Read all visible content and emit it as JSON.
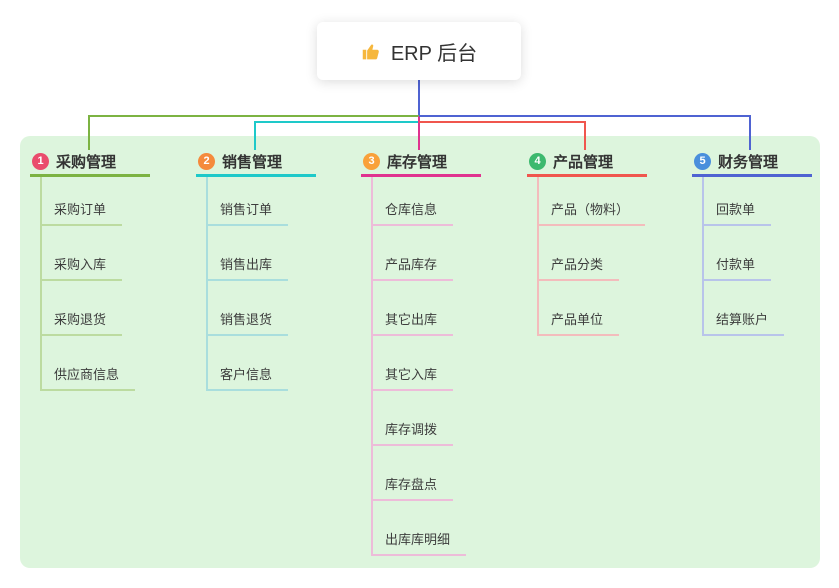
{
  "root": {
    "label": "ERP 后台",
    "icon": "thumbs-up",
    "line_color": "#4f63d2"
  },
  "background_color": "#ddf5dd",
  "branches": [
    {
      "num": "1",
      "label": "采购管理",
      "colors": {
        "badge": "#ea4c6d",
        "line": "#7cb342",
        "child_line": "#bcdba0"
      },
      "children": [
        "采购订单",
        "采购入库",
        "采购退货",
        "供应商信息"
      ]
    },
    {
      "num": "2",
      "label": "销售管理",
      "colors": {
        "badge": "#f58a3c",
        "line": "#1ec9c9",
        "child_line": "#a9dedd"
      },
      "children": [
        "销售订单",
        "销售出库",
        "销售退货",
        "客户信息"
      ]
    },
    {
      "num": "3",
      "label": "库存管理",
      "colors": {
        "badge": "#f9a13a",
        "line": "#e0338f",
        "child_line": "#edbcd9"
      },
      "children": [
        "仓库信息",
        "产品库存",
        "其它出库",
        "其它入库",
        "库存调拨",
        "库存盘点",
        "出库库明细"
      ]
    },
    {
      "num": "4",
      "label": "产品管理",
      "colors": {
        "badge": "#3cb96e",
        "line": "#f0564e",
        "child_line": "#f3bcbc"
      },
      "children": [
        "产品（物料）",
        "产品分类",
        "产品单位"
      ]
    },
    {
      "num": "5",
      "label": "财务管理",
      "colors": {
        "badge": "#4a8fdc",
        "line": "#4f63d2",
        "child_line": "#b8c4ea"
      },
      "children": [
        "回款单",
        "付款单",
        "结算账户"
      ]
    }
  ]
}
